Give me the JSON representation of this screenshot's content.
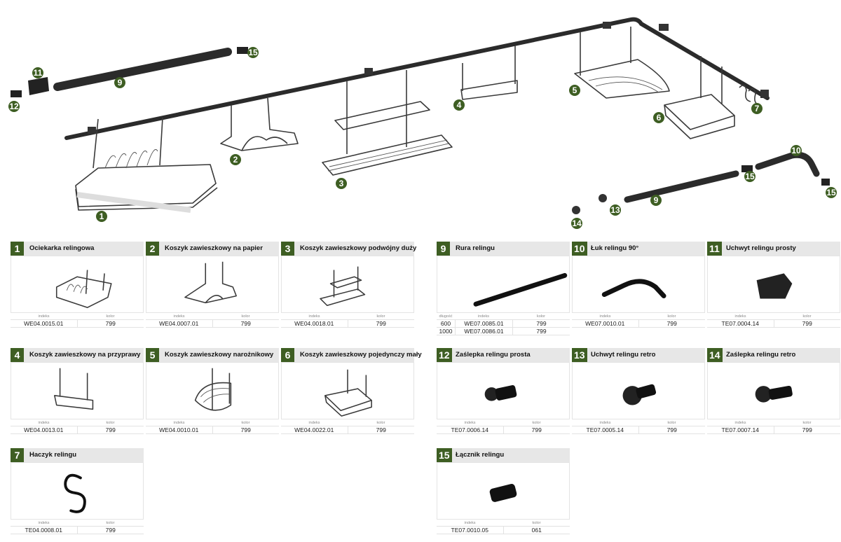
{
  "diagram_callouts": [
    "1",
    "2",
    "3",
    "4",
    "5",
    "6",
    "7",
    "9",
    "10",
    "11",
    "12",
    "13",
    "14",
    "15"
  ],
  "table_headers": {
    "indeks": "indeks",
    "kolor": "kolor",
    "dlugosc": "długość"
  },
  "cards": [
    {
      "num": "1",
      "title": "Ociekarka relingowa",
      "rows": [
        {
          "indeks": "WE04.0015.01",
          "kolor": "799"
        }
      ]
    },
    {
      "num": "2",
      "title": "Koszyk zawieszkowy na papier",
      "rows": [
        {
          "indeks": "WE04.0007.01",
          "kolor": "799"
        }
      ]
    },
    {
      "num": "3",
      "title": "Koszyk zawieszkowy podwójny duży",
      "rows": [
        {
          "indeks": "WE04.0018.01",
          "kolor": "799"
        }
      ]
    },
    {
      "num": "4",
      "title": "Koszyk zawieszkowy na przyprawy",
      "rows": [
        {
          "indeks": "WE04.0013.01",
          "kolor": "799"
        }
      ]
    },
    {
      "num": "5",
      "title": "Koszyk zawieszkowy narożnikowy",
      "rows": [
        {
          "indeks": "WE04.0010.01",
          "kolor": "799"
        }
      ]
    },
    {
      "num": "6",
      "title": "Koszyk zawieszkowy pojedynczy mały",
      "rows": [
        {
          "indeks": "WE04.0022.01",
          "kolor": "799"
        }
      ]
    },
    {
      "num": "7",
      "title": "Haczyk relingu",
      "rows": [
        {
          "indeks": "TE04.0008.01",
          "kolor": "799"
        }
      ]
    },
    {
      "num": "9",
      "title": "Rura relingu",
      "rows": [
        {
          "dlugosc": "600",
          "indeks": "WE07.0085.01",
          "kolor": "799"
        },
        {
          "dlugosc": "1000",
          "indeks": "WE07.0086.01",
          "kolor": "799"
        }
      ]
    },
    {
      "num": "10",
      "title": "Łuk relingu 90°",
      "rows": [
        {
          "indeks": "WE07.0010.01",
          "kolor": "799"
        }
      ]
    },
    {
      "num": "11",
      "title": "Uchwyt relingu prosty",
      "rows": [
        {
          "indeks": "TE07.0004.14",
          "kolor": "799"
        }
      ]
    },
    {
      "num": "12",
      "title": "Zaślepka relingu prosta",
      "rows": [
        {
          "indeks": "TE07.0006.14",
          "kolor": "799"
        }
      ]
    },
    {
      "num": "13",
      "title": "Uchwyt relingu retro",
      "rows": [
        {
          "indeks": "TE07.0005.14",
          "kolor": "799"
        }
      ]
    },
    {
      "num": "14",
      "title": "Zaślepka relingu retro",
      "rows": [
        {
          "indeks": "TE07.0007.14",
          "kolor": "799"
        }
      ]
    },
    {
      "num": "15",
      "title": "Łącznik relingu",
      "rows": [
        {
          "indeks": "TE07.0010.05",
          "kolor": "061"
        }
      ]
    }
  ],
  "colors": {
    "badge": "#3e5e23",
    "rail": "#2b2b2b",
    "header_bg": "#e7e7e7"
  }
}
